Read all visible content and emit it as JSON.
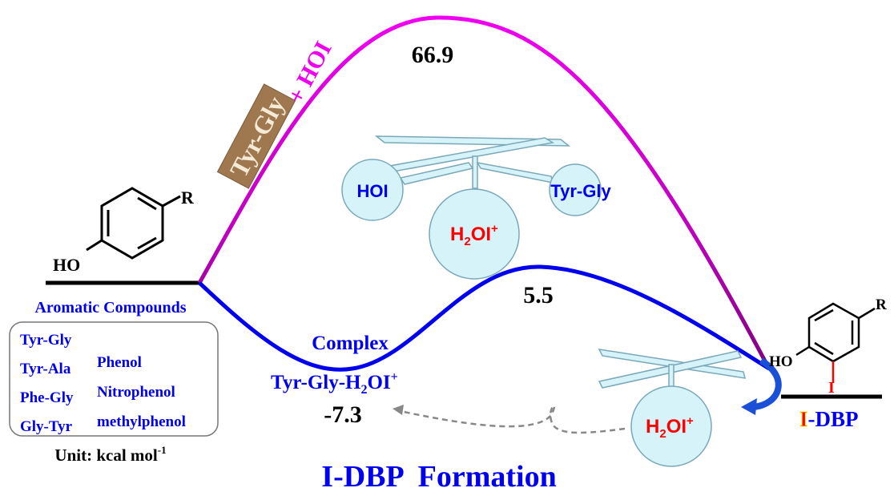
{
  "energies": {
    "ts_high": "66.9",
    "ts_low": "5.5",
    "complex": "-7.3"
  },
  "labels": {
    "pathway_high_box": "Tyr-Gly",
    "pathway_high_reagent": "+ HOI",
    "complex_title": "Complex",
    "complex_name_main": "Tyr-Gly-H",
    "complex_name_sub": "2",
    "complex_name_tail": "OI",
    "complex_name_sup": "+",
    "reactant_group_title": "Aromatic Compounds",
    "unit_main": "Unit: kcal mol",
    "unit_sup": "-1",
    "product_i": "I",
    "product_rest": "-DBP",
    "title": "I-DBP  Formation",
    "ho_left": "HO",
    "r_left": "R",
    "ho_right": "HO",
    "r_right": "R",
    "iodine": "I"
  },
  "compounds_col1": [
    "Tyr-Gly",
    "Tyr-Ala",
    "Phe-Gly",
    "Gly-Tyr"
  ],
  "compounds_col2": [
    "Phenol",
    "Nitrophenol",
    "methylphenol"
  ],
  "ts_molecules": {
    "hoi": "HOI",
    "h2oi_h": "H",
    "h2oi_sub": "2",
    "h2oi_tail": "OI",
    "h2oi_sup": "+",
    "tyrgly": "Tyr-Gly"
  },
  "colors": {
    "blue": "#0000ee",
    "magenta": "#ee00ee",
    "purple": "#880088",
    "red": "#ff0000",
    "sphere": "#d5f3f8",
    "brown": "#a07850"
  }
}
